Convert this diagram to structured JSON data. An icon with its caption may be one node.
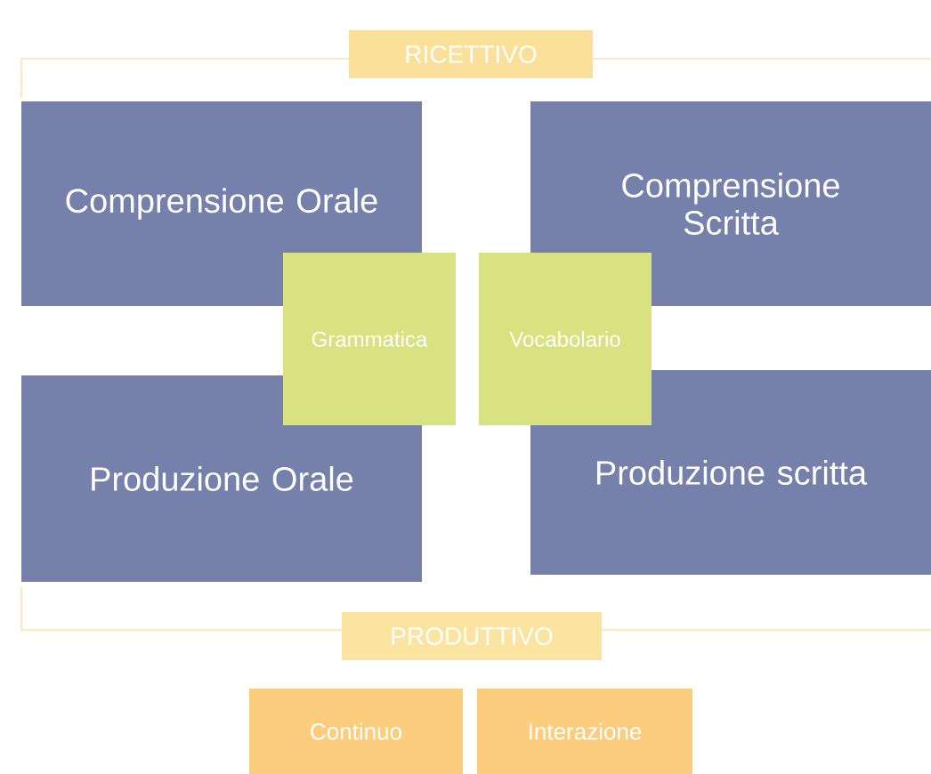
{
  "diagram": {
    "nodes": [
      {
        "text": [
          "RICETTIVO"
        ]
      },
      {
        "text": [
          "Comprensione Orale"
        ]
      },
      {
        "text": [
          "Comprensione Scritta"
        ]
      },
      {
        "text": [
          "Grammatica"
        ]
      },
      {
        "text": [
          "Vocabolario"
        ]
      },
      {
        "text": [
          "Produzione Orale"
        ]
      },
      {
        "text": [
          "Produzione scritta"
        ]
      },
      {
        "text": [
          "PRODUTTIVO"
        ]
      },
      {
        "text": [
          "Continuo"
        ]
      },
      {
        "text": [
          "Interazione"
        ]
      }
    ]
  }
}
